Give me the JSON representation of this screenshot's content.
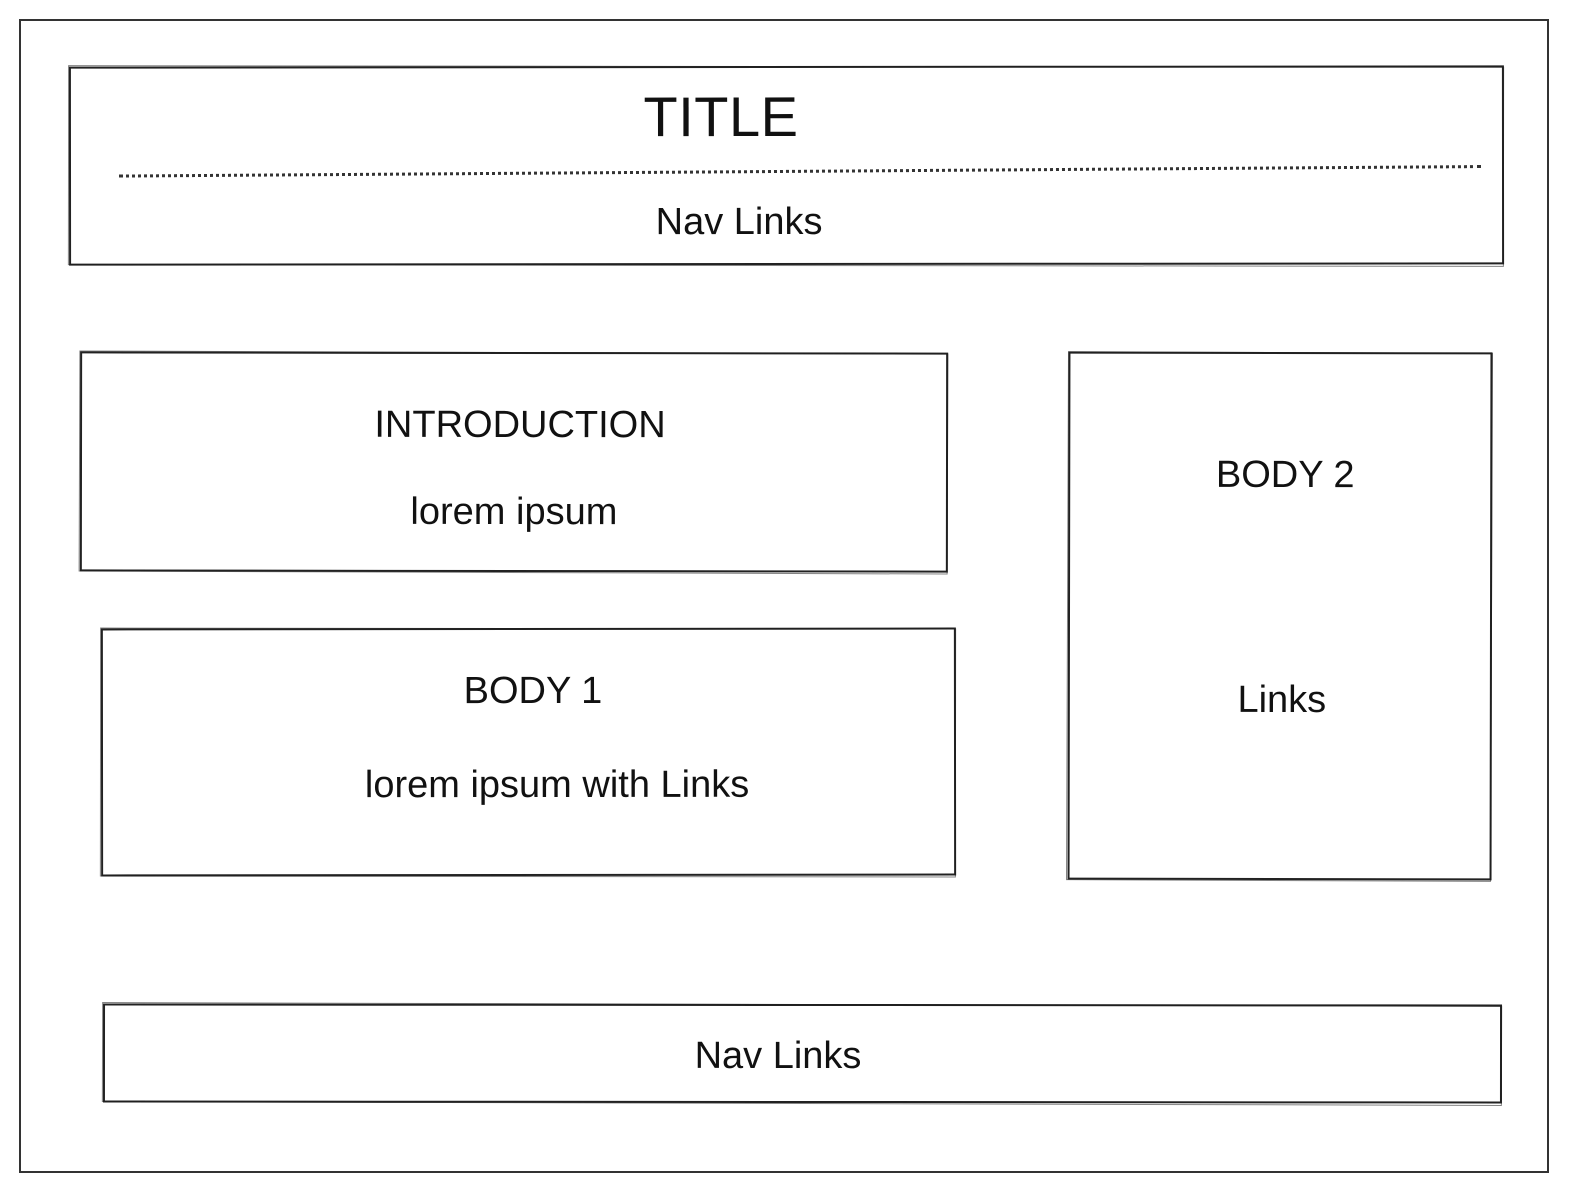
{
  "header": {
    "title": "TITLE",
    "nav": "Nav Links"
  },
  "introduction": {
    "heading": "INTRODUCTION",
    "text": "lorem ipsum"
  },
  "body1": {
    "heading": "BODY 1",
    "text": "lorem ipsum with Links"
  },
  "body2": {
    "heading": "BODY 2",
    "text": "Links"
  },
  "footer": {
    "nav": "Nav Links"
  }
}
